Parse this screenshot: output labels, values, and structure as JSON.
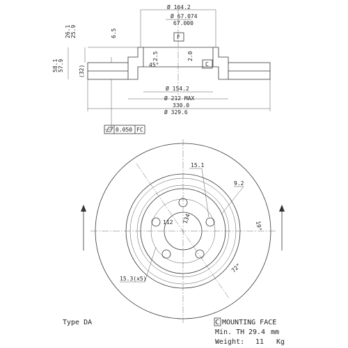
{
  "top_view": {
    "d_hub_outer": "Ø 164.2",
    "d_bore_max": "Ø 67.074",
    "d_bore_min": "67.000",
    "hub_height_a": "26.1",
    "hub_height_b": "25.9",
    "hat_depth": "6.5",
    "overall_height_a": "58.1",
    "overall_height_b": "57.9",
    "disc_thickness": "(32)",
    "chamfer_angle": "45°",
    "step_a": "2.5",
    "step_b": "2.0",
    "d_inner": "Ø 154.2",
    "d_max": "Ø 212 MAX",
    "d_outer_a": "330.0",
    "d_outer_b": "Ø 329.6",
    "flatness": "0.050",
    "datum_f": "F",
    "datum_c": "C"
  },
  "front_view": {
    "bolt_hole_spacing": "15.1",
    "groove_width": "9.2",
    "angle_small": "19°",
    "angle_large": "72°",
    "pcd": "112",
    "centre_dia": "134",
    "hole_spec": "15.3(x5)"
  },
  "notes": {
    "type_label": "Type DA",
    "mounting_face": "MOUNTING FACE",
    "mounting_face_marker": "C",
    "min_th_label": "Min. TH",
    "min_th_value": "29.4",
    "min_th_unit": "mm",
    "weight_label": "Weight:",
    "weight_value": "11",
    "weight_unit": "Kg"
  },
  "icons": {
    "flatness_symbol": "flatness-parallelogram-icon",
    "section_arrow": "section-arrow-icon"
  }
}
